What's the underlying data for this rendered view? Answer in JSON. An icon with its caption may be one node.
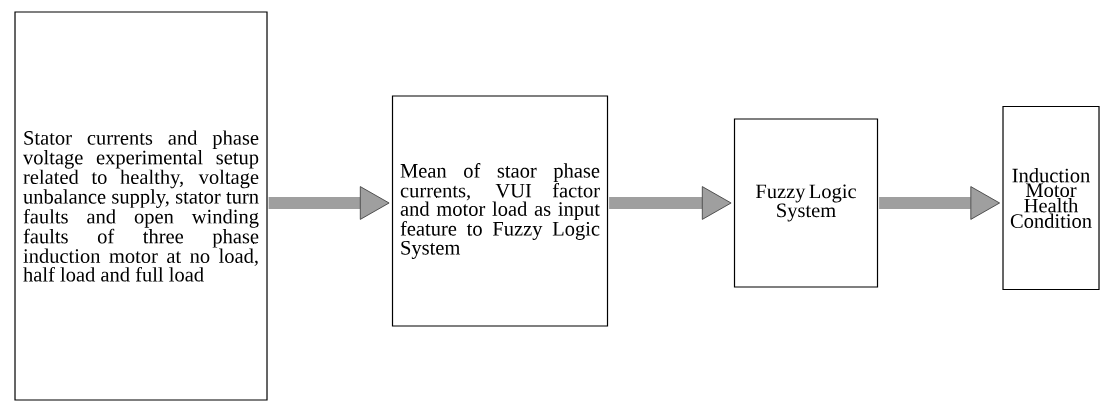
{
  "diagram": {
    "nodes": [
      {
        "text": [
          "Stator currents and phase voltage experimental setup related to healthy, voltage unbalance supply, stator turn faults and open winding faults of three phase induction motor at no load, half load and full load"
        ]
      },
      {
        "text": [
          "Mean of staor phase currents, VUI factor and motor load as input feature to Fuzzy Logic System"
        ]
      },
      {
        "text": [
          "Fuzzy Logic System"
        ]
      },
      {
        "text": [
          "Induction Motor Health Condition"
        ]
      }
    ],
    "edges": [
      {
        "from": 0,
        "to": 1,
        "arrow": "to"
      },
      {
        "from": 1,
        "to": 2,
        "arrow": "to"
      },
      {
        "from": 2,
        "to": 3,
        "arrow": "to"
      }
    ]
  }
}
